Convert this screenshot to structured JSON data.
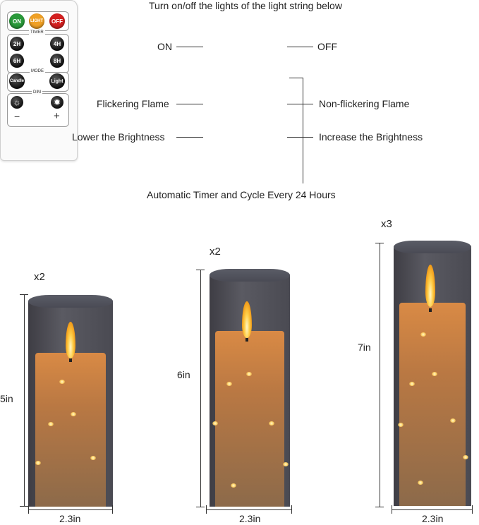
{
  "remote": {
    "top_caption": "Turn on/off the lights of the light string below",
    "bottom_caption": "Automatic Timer and Cycle Every 24 Hours",
    "labels": {
      "on": "ON",
      "off": "OFF",
      "flicker": "Flickering Flame",
      "nonflicker": "Non-flickering Flame",
      "lower": "Lower the Brightness",
      "increase": "Increase the Brightness"
    },
    "buttons": {
      "on": "ON",
      "light": "LIGHT",
      "off": "OFF",
      "timer_section": "TIMER",
      "t2h": "2H",
      "t4h": "4H",
      "t6h": "6H",
      "t8h": "8H",
      "mode_section": "MODE",
      "candle": "Candle",
      "light_mode": "Light",
      "dim_section": "DIM",
      "minus": "−",
      "plus": "+"
    },
    "colors": {
      "on": "#2a9a3a",
      "light": "#f0a024",
      "off": "#d42020"
    }
  },
  "candles": [
    {
      "count": "x2",
      "height": "5in",
      "width": "2.3in"
    },
    {
      "count": "x2",
      "height": "6in",
      "width": "2.3in"
    },
    {
      "count": "x3",
      "height": "7in",
      "width": "2.3in"
    }
  ]
}
